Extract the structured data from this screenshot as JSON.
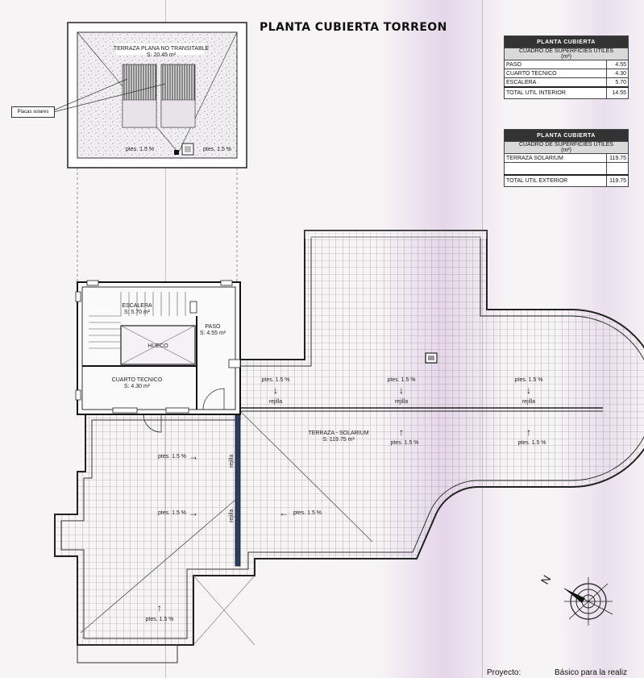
{
  "title": "PLANTA CUBIERTA TORREON",
  "roof_detail": {
    "label": "TERRAZA PLANA NO TRANSITABLE",
    "area": "S: 20.45 m²",
    "slope_left": "ptes. 1.5 %",
    "slope_right": "ptes. 1.5 %",
    "callout": "Placas solares"
  },
  "rooms": {
    "escalera": {
      "name": "ESCALERA",
      "area": "S: 5.70 m²"
    },
    "hueco": {
      "name": "HUECO"
    },
    "paso": {
      "name": "PASO",
      "area": "S: 4.55 m²"
    },
    "cuarto": {
      "name": "CUARTO TECNICO",
      "area": "S: 4.30 m²"
    },
    "terraza": {
      "name": "TERRAZA - SOLARIUM",
      "area": "S: 119.75 m²"
    }
  },
  "slopes": [
    "ptes. 1.5 %",
    "ptes. 1.5 %",
    "ptes. 1.5 %",
    "ptes. 1.5 %",
    "ptes. 1.5 %",
    "ptes. 1.5 %",
    "ptes. 1.5 %",
    "ptes. 1.5 %",
    "ptes. 1.5 %",
    "ptes. 1.5 %"
  ],
  "gutter_label": "rejilla",
  "table_interior": {
    "header": "PLANTA CUBIERTA",
    "subheader": "CUADRO DE SUPERFICIES ÚTILES",
    "unit": "(m²)",
    "rows": [
      {
        "label": "PASO",
        "value": "4.55"
      },
      {
        "label": "CUARTO TECNICO",
        "value": "4.30"
      },
      {
        "label": "ESCALERA",
        "value": "5.70"
      }
    ],
    "total_label": "TOTAL UTIL INTERIOR",
    "total_value": "14.55"
  },
  "table_exterior": {
    "header": "PLANTA CUBIERTA",
    "subheader": "CUADRO DE SUPERFICIES ÚTILES",
    "unit": "(m²)",
    "rows": [
      {
        "label": "TERRAZA SOLARIUM",
        "value": "119.75"
      }
    ],
    "total_label": "TOTAL UTIL EXTERIOR",
    "total_value": "119.75"
  },
  "north_label": "N",
  "project": {
    "label": "Proyecto:",
    "value": "Básico para la realiz"
  }
}
